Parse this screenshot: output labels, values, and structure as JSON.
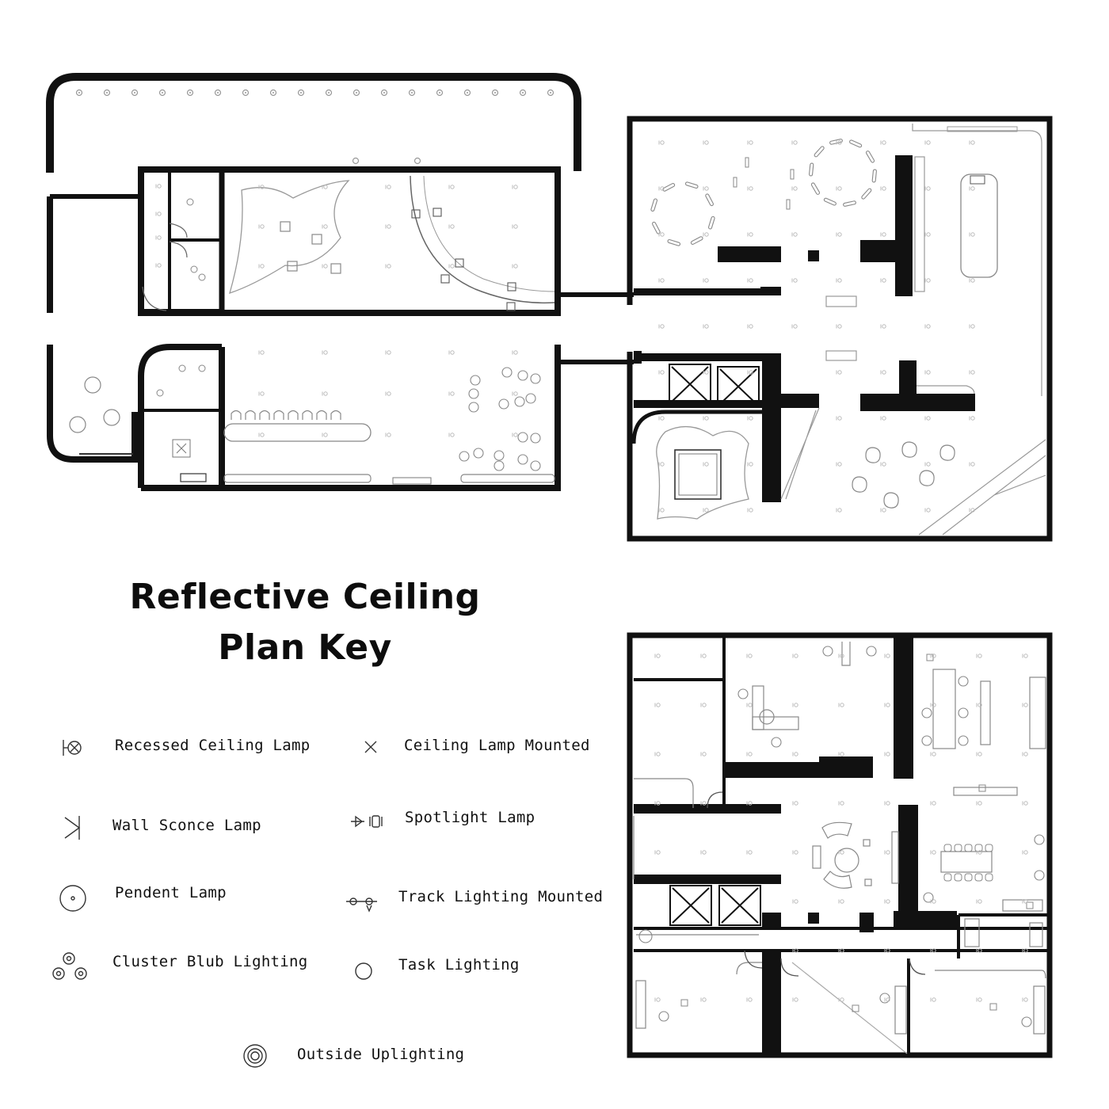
{
  "key": {
    "title_line1": "Reflective Ceiling",
    "title_line2": "Plan Key"
  },
  "legend": {
    "recessed": "Recessed Ceiling Lamp",
    "ceiling_mounted": "Ceiling Lamp Mounted",
    "wall_sconce": "Wall Sconce Lamp",
    "spotlight": "Spotlight Lamp",
    "pendent": "Pendent Lamp",
    "track": "Track Lighting Mounted",
    "cluster": "Cluster Blub Lighting",
    "task": "Task Lighting",
    "outside": "Outside Uplighting"
  },
  "icons": {
    "recessed": "recessed-lamp-icon",
    "ceiling_mounted": "ceiling-mounted-lamp-icon",
    "wall_sconce": "wall-sconce-lamp-icon",
    "spotlight": "spotlight-lamp-icon",
    "pendent": "pendent-lamp-icon",
    "track": "track-lighting-icon",
    "cluster": "cluster-bulb-icon",
    "task": "task-lighting-icon",
    "outside": "outside-uplighting-icon"
  },
  "colors": {
    "wall": "#111111",
    "line": "#444444",
    "faint": "#bbbbbb",
    "background": "#ffffff"
  }
}
